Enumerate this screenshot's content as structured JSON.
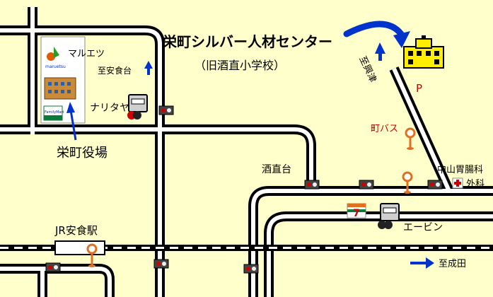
{
  "title": "栄町シルバー人材センター",
  "subtitle": "（旧酒直小学校）",
  "labels": {
    "maruetsu": "マルエツ",
    "maruetsu_logo": "maruetsu",
    "familymart_logo": "FamilyMart",
    "to_ajikidai": "至安食台",
    "narita_ya": "ナリタヤ",
    "city_hall": "栄町役場",
    "to_sakae": "至興津",
    "parking": "P",
    "town_bus": "町バス",
    "sakanao": "酒直台",
    "clinic_line1": "中山胃腸科",
    "clinic_line2": "外科",
    "seven_eleven": "7",
    "ebin": "エービン",
    "station": "JR安食駅",
    "to_narita": "至成田"
  },
  "icons": [
    "school-icon",
    "supermarket-icon",
    "building-icon",
    "bus-stop-icon",
    "traffic-light-icon",
    "hospital-cross-icon",
    "direction-arrow-icon",
    "convenience-store-icon",
    "car-icon"
  ],
  "colors": {
    "background": "#ffffcc",
    "road": "#000000",
    "arrow": "#0033cc",
    "accent_red": "#cc0000",
    "bus_stop": "#e07020",
    "school": "#ffee00"
  }
}
